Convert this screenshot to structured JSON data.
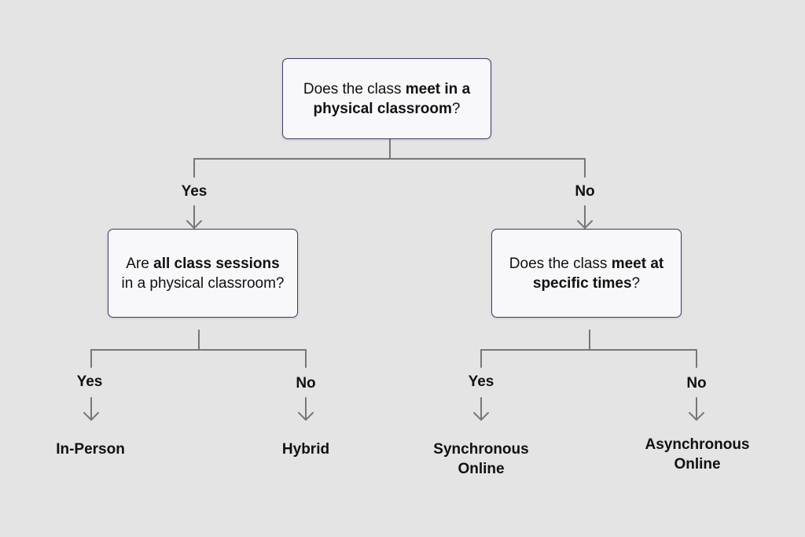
{
  "root_question": {
    "pre": "Does the class ",
    "bold": "meet in a physical classroom",
    "post": "?"
  },
  "left_question": {
    "pre": "Are ",
    "bold": "all class sessions",
    "post": " in a physical classroom?"
  },
  "right_question": {
    "pre": "Does the class ",
    "bold": "meet at specific times",
    "post": "?"
  },
  "labels": {
    "root_yes": "Yes",
    "root_no": "No",
    "left_yes": "Yes",
    "left_no": "No",
    "right_yes": "Yes",
    "right_no": "No"
  },
  "outcomes": {
    "in_person": "In-Person",
    "hybrid": "Hybrid",
    "synchronous_line1": "Synchronous",
    "synchronous_line2": "Online",
    "asynchronous_line1": "Asynchronous",
    "asynchronous_line2": "Online"
  },
  "colors": {
    "background": "#e4e4e4",
    "node_fill": "#f8f8fa",
    "node_border": "#3d3a6b",
    "connector": "#777777"
  }
}
